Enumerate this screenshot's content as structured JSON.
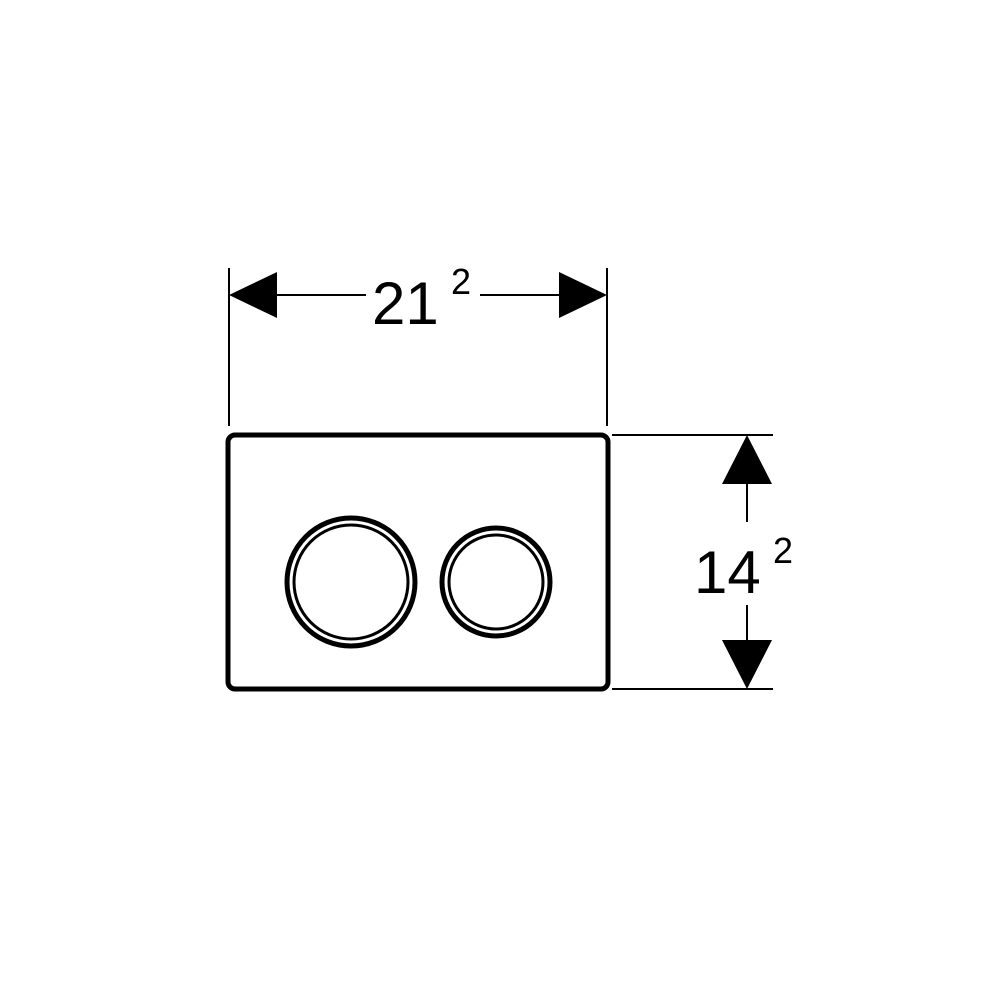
{
  "diagram": {
    "width_dimension": {
      "main": "21",
      "superscript": "2"
    },
    "height_dimension": {
      "main": "14",
      "superscript": "2"
    },
    "colors": {
      "line": "#000000",
      "background": "#ffffff"
    }
  }
}
